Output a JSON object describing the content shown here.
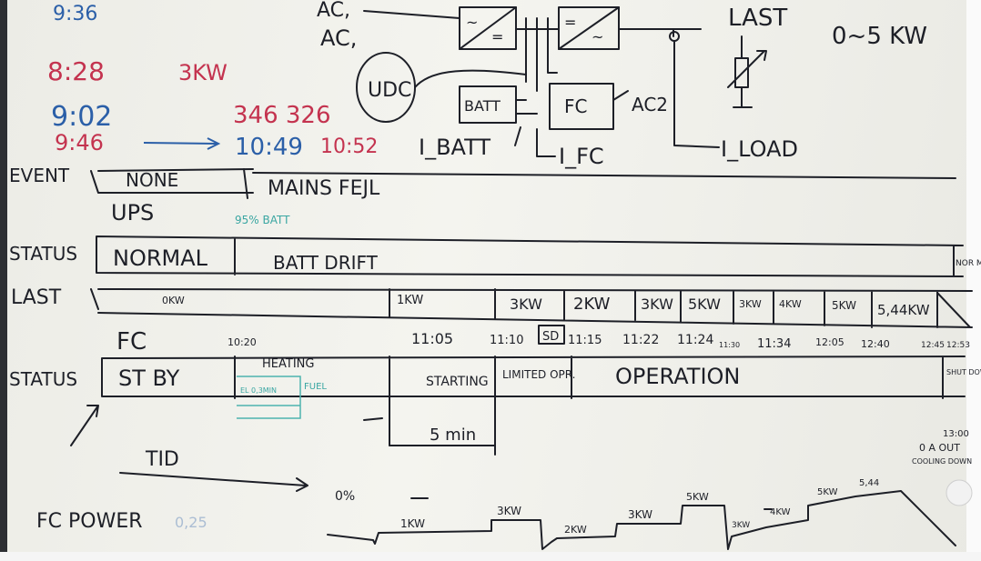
{
  "times": {
    "t_top_partial": "9:36",
    "t1": "8:28",
    "power_note": "3KW",
    "t2": "9:02",
    "numbers": "346 326",
    "t3": "9:46",
    "t4": "10:49",
    "t5": "10:52"
  },
  "circuit": {
    "ac_top": "AC,",
    "ac1": "AC,",
    "udc": "UDC",
    "batt": "BATT",
    "fc": "FC",
    "ac2": "AC2",
    "i_batt": "I_BATT",
    "i_fc": "I_FC",
    "i_load": "I_LOAD",
    "last": "LAST",
    "range": "0~5 KW"
  },
  "event_row": {
    "label": "EVENT",
    "none": "NONE",
    "mains": "MAINS FEJL"
  },
  "ups_row": {
    "label": "UPS",
    "batt_note": "95% BATT",
    "status_label": "STATUS",
    "normal": "NORMAL",
    "batt_drift": "BATT DRIFT",
    "end_normal": "NOR MAL"
  },
  "last_row": {
    "label": "LAST",
    "cells": [
      "0KW",
      "1KW",
      "3KW",
      "2KW",
      "3KW",
      "5KW",
      "3KW",
      "4KW",
      "5KW",
      "5,44KW"
    ]
  },
  "fc_row": {
    "label": "FC",
    "status_label": "STATUS",
    "times": [
      "10:20",
      "11:05",
      "11:10",
      "SD",
      "11:15",
      "11:22",
      "11:24",
      "11:30",
      "11:34",
      "12:05",
      "12:40",
      "12:45",
      "12:53"
    ],
    "st_by": "ST BY",
    "heating": "HEATING",
    "el_note": "EL 0,3MIN",
    "fuel": "FUEL",
    "starting": "STARTING",
    "limited": "LIMITED OPR.",
    "operation": "OPERATION",
    "shut_down": "SHUT DOWN",
    "five_min": "5 min"
  },
  "tid": {
    "label": "TID",
    "end_time": "13:00",
    "end_note": "0 A OUT",
    "cooling": "COOLING DOWN"
  },
  "fc_power": {
    "label": "FC POWER",
    "faded": "0,25",
    "steps": [
      "0%",
      "1KW",
      "3KW",
      "2KW",
      "3KW",
      "5KW",
      "3KW",
      "4KW",
      "5KW",
      "5,44"
    ]
  }
}
